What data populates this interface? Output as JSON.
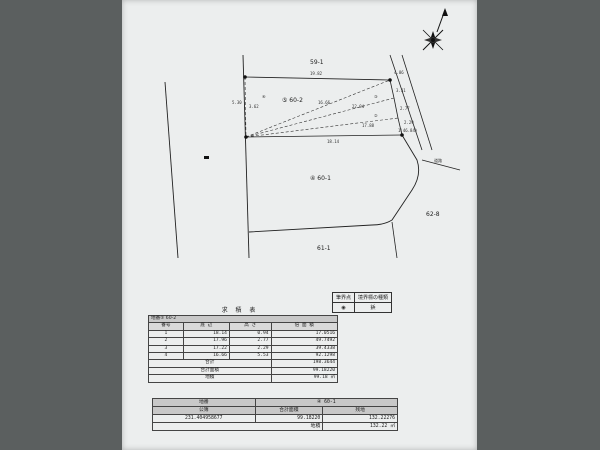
{
  "plan": {
    "neighbor_top": "59-1",
    "parcel_main": "⑤ 60-2",
    "parcel_lower": "④ 60-1",
    "neighbor_right": "62-8",
    "neighbor_bottom": "61-1",
    "road_label": "道路",
    "side_label": "5.30",
    "dims": {
      "top_edge": "19.82",
      "diag_upper": "16.66",
      "diag_mid": "22.94",
      "diag_lower": "17.88",
      "bottom_edge": "18.14",
      "right_seg_1": "3.31",
      "right_seg_2": "2.77",
      "right_seg_3": "2.29",
      "right_seg_4": "4.86",
      "left_seg": "3.62",
      "point_label": "1(46.84)"
    },
    "markers": [
      "①",
      "②",
      "③",
      "④"
    ]
  },
  "landmark_table": {
    "header_left": "筆界点",
    "header_right": "境界標の種類",
    "symbol": "◉",
    "kind": "鋲"
  },
  "calc": {
    "title": "求 積 表",
    "parcel": "地番⑤ 60-2",
    "headers": [
      "番号",
      "底 辺",
      "高 さ",
      "倍 面 積"
    ],
    "rows": [
      [
        "1",
        "18.14",
        "0.94",
        "17.0516"
      ],
      [
        "2",
        "17.96",
        "2.77",
        "49.7492"
      ],
      [
        "3",
        "17.22",
        "2.29",
        "39.4338"
      ],
      [
        "4",
        "16.66",
        "5.53",
        "92.1298"
      ]
    ],
    "total_label": "合計",
    "total_value": "198.3644",
    "half_label": "合計面積",
    "half_value": "99.18220",
    "area_label": "地積",
    "area_value": "99.18",
    "area_unit": "㎡"
  },
  "summary": {
    "parcel_label": "地番",
    "parcel_value": "④ 60-1",
    "col1": "公簿",
    "col2": "合計面積",
    "col3": "残地",
    "val1": "231.404958677",
    "val2": "99.18220",
    "val3": "132.22276",
    "area_label": "地積",
    "area_value": "132.22",
    "area_unit": "㎡"
  }
}
